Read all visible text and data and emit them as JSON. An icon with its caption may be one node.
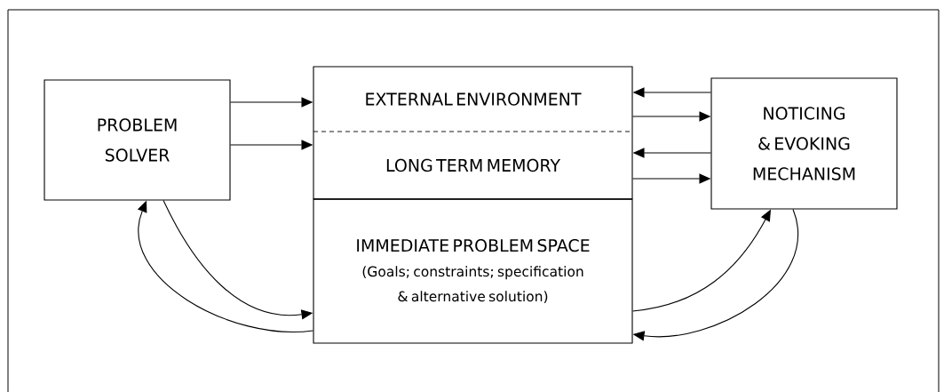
{
  "diagram": {
    "nodes": [
      {
        "text": [
          "PROBLEM SOLVER"
        ]
      },
      {
        "text": [
          "EXTERNAL ENVIRONMENT"
        ]
      },
      {
        "text": [
          "LONG TERM MEMORY"
        ]
      },
      {
        "text": [
          "IMMEDIATE PROBLEM SPACE",
          "(Goals; constraints; specification & alternative solution)"
        ]
      },
      {
        "text": [
          "NOTICING & EVOKING MECHANISM"
        ]
      }
    ],
    "edges": [
      {
        "from": 0,
        "to": 1,
        "arrow": "to"
      },
      {
        "from": 0,
        "to": 2,
        "arrow": "to"
      },
      {
        "from": 4,
        "to": 1,
        "arrow": "to"
      },
      {
        "from": 1,
        "to": 4,
        "arrow": "to"
      },
      {
        "from": 4,
        "to": 2,
        "arrow": "to"
      },
      {
        "from": 2,
        "to": 4,
        "arrow": "to"
      },
      {
        "from": 0,
        "to": 3,
        "arrow": "to"
      },
      {
        "from": 3,
        "to": 0,
        "arrow": "to"
      },
      {
        "from": 3,
        "to": 4,
        "arrow": "to"
      },
      {
        "from": 4,
        "to": 3,
        "arrow": "to"
      }
    ]
  }
}
